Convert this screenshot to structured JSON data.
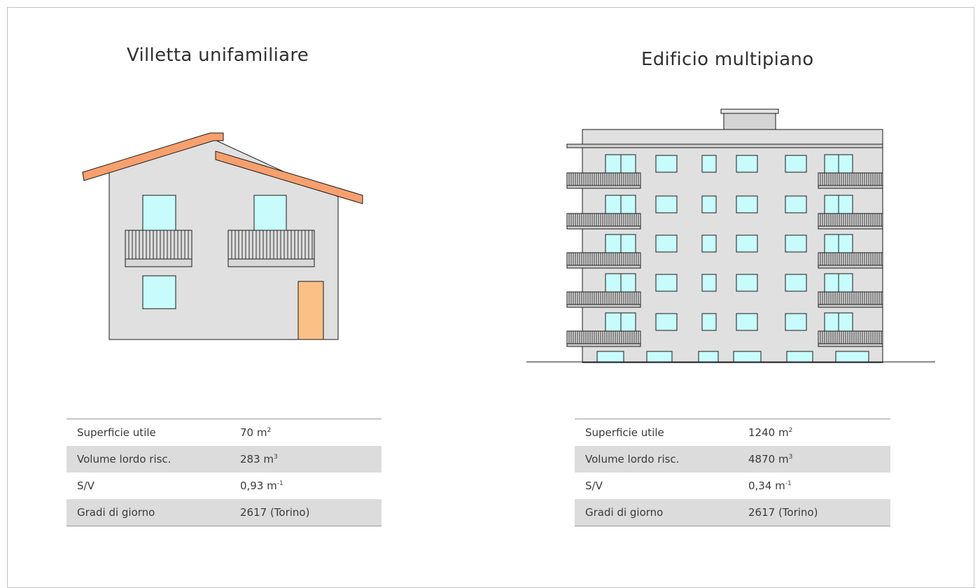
{
  "left": {
    "title": "Villetta unifamiliare",
    "rows": [
      {
        "label": "Superficie utile",
        "value": "70 m",
        "exp": "2"
      },
      {
        "label": "Volume lordo risc.",
        "value": "283 m",
        "exp": "3"
      },
      {
        "label": "S/V",
        "value": "0,93 m",
        "exp": "-1"
      },
      {
        "label": "Gradi di giorno",
        "value": "2617 (Torino)",
        "exp": ""
      }
    ]
  },
  "right": {
    "title": "Edificio multipiano",
    "rows": [
      {
        "label": "Superficie utile",
        "value": "1240 m",
        "exp": "2"
      },
      {
        "label": "Volume lordo risc.",
        "value": "4870 m",
        "exp": "3"
      },
      {
        "label": "S/V",
        "value": "0,34 m",
        "exp": "-1"
      },
      {
        "label": "Gradi di giorno",
        "value": "2617 (Torino)",
        "exp": ""
      }
    ]
  },
  "colors": {
    "wall": "#e0e0e0",
    "window": "#c8fcfc",
    "roof": "#f7a06e",
    "door": "#fbc086",
    "line": "#1a1a1a",
    "table_shade": "#dcdcdc"
  }
}
